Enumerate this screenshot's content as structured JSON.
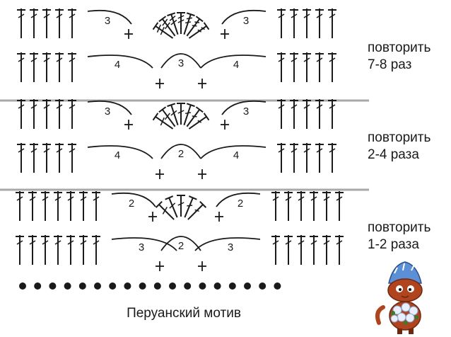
{
  "sections": [
    {
      "repeat": {
        "line1": "повторить",
        "line2": "7-8 раз"
      },
      "upper": {
        "side_count": 3,
        "fan_count": 7,
        "fan_crossed": true
      },
      "lower": {
        "side_count": 4,
        "center_count": 3
      }
    },
    {
      "repeat": {
        "line1": "повторить",
        "line2": "2-4 раза"
      },
      "upper": {
        "side_count": 3,
        "fan_count": 7,
        "fan_crossed": false
      },
      "lower": {
        "side_count": 4,
        "center_count": 2
      }
    },
    {
      "repeat": {
        "line1": "повторить",
        "line2": "1-2 раза"
      },
      "upper": {
        "side_count": 2,
        "fan_count": 5,
        "fan_crossed": false
      },
      "lower": {
        "side_count": 3,
        "center_count": 2
      }
    }
  ],
  "foundation_chain_count": 18,
  "caption": "Перуанский мотив",
  "colors": {
    "ink": "#1a1a1a",
    "divider": "#a8a8a8",
    "cat_body": "#b0441e",
    "cat_hat": "#5b8fd6",
    "flowers": "#e8f0ff",
    "leaves": "#3e7a2a"
  }
}
